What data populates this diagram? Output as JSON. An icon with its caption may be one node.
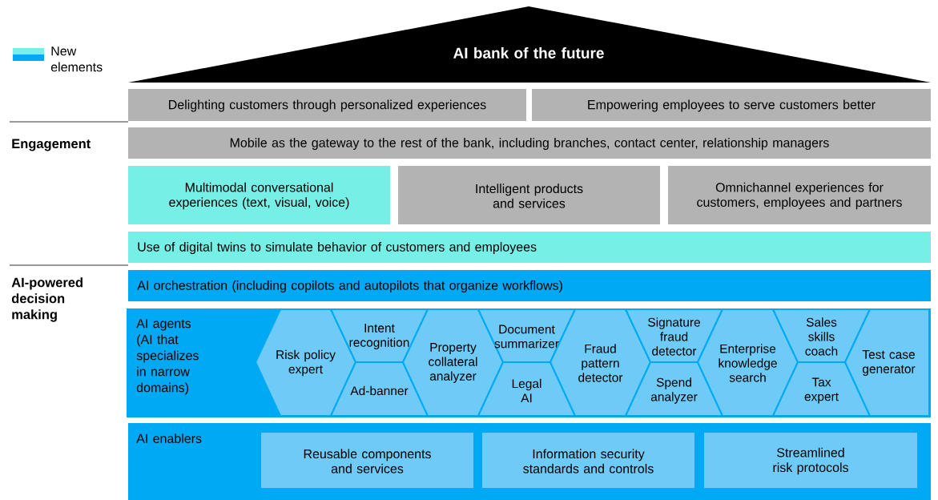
{
  "diagram": {
    "nodes": [
      {
        "text": [
          "AI bank of the future"
        ]
      },
      {
        "text": [
          "Delighting customers through personalized experiences"
        ]
      },
      {
        "text": [
          "Empowering employees to serve customers better"
        ]
      },
      {
        "text": [
          "Mobile as the gateway to the rest of the bank, including branches, contact center, relationship managers"
        ]
      },
      {
        "text": [
          "Multimodal conversational experiences (text, visual, voice)"
        ]
      },
      {
        "text": [
          "Intelligent products and services"
        ]
      },
      {
        "text": [
          "Omnichannel experiences for customers, employees and partners"
        ]
      },
      {
        "text": [
          "Use of digital twins to simulate behavior of customers and employees"
        ]
      },
      {
        "text": [
          "AI orchestration (including copilots and autopilots that organize workflows)"
        ]
      },
      {
        "text": [
          "AI agents (AI that specializes in narrow domains)"
        ]
      },
      {
        "text": [
          "Risk policy expert"
        ],
        "in": 9
      },
      {
        "text": [
          "Intent recognition"
        ],
        "in": 9
      },
      {
        "text": [
          "Ad-banner"
        ],
        "in": 9
      },
      {
        "text": [
          "Property collateral analyzer"
        ],
        "in": 9
      },
      {
        "text": [
          "Document summarizer"
        ],
        "in": 9
      },
      {
        "text": [
          "Legal AI"
        ],
        "in": 9
      },
      {
        "text": [
          "Fraud pattern detector"
        ],
        "in": 9
      },
      {
        "text": [
          "Signature fraud detector"
        ],
        "in": 9
      },
      {
        "text": [
          "Spend analyzer"
        ],
        "in": 9
      },
      {
        "text": [
          "Enterprise knowledge search"
        ],
        "in": 9
      },
      {
        "text": [
          "Sales skills coach"
        ],
        "in": 9
      },
      {
        "text": [
          "Tax expert"
        ],
        "in": 9
      },
      {
        "text": [
          "Test case generator"
        ],
        "in": 9
      },
      {
        "text": [
          "AI enablers"
        ]
      },
      {
        "text": [
          "Reusable components and services"
        ],
        "in": 23
      },
      {
        "text": [
          "Information security standards and controls"
        ],
        "in": 23
      },
      {
        "text": [
          "Streamlined risk protocols"
        ],
        "in": 23
      }
    ],
    "labels": [
      "Engagement",
      "AI-powered decision making"
    ],
    "legend": [
      {
        "text": "New elements",
        "color": "#76efe6"
      }
    ]
  }
}
